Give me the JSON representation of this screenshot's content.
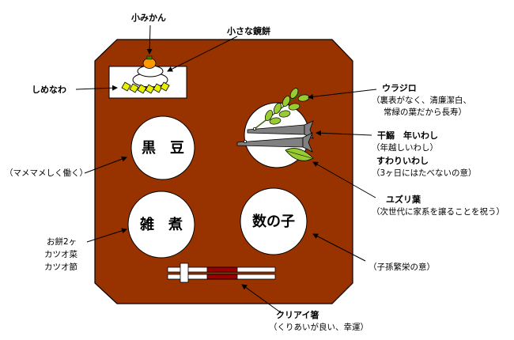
{
  "labels": {
    "mikan": "小みかん",
    "kagami": "小さな鏡餅",
    "shimenawa": "しめなわ",
    "urajiro_title": "ウラジロ",
    "urajiro_desc1": "（裏表がなく、清廉潔白、",
    "urajiro_desc2": "常緑の葉だから長寿）",
    "himono_title": "干鰯　年いわし",
    "himono_desc": "（年越しいわし）",
    "suwari_title": "すわりいわし",
    "suwari_desc": "（3ヶ日にはたべないの意）",
    "yuzuri_title": "ユズリ葉",
    "yuzuri_desc": "（次世代に家系を譲ることを祝う）",
    "kuromame_desc": "（マメマメしく働く）",
    "zouni_desc1": "お餅2ヶ",
    "zouni_desc2": "カツオ菜",
    "zouni_desc3": "カツオ節",
    "kazunoko_desc": "（子孫繁栄の意）",
    "hashi_title": "クリアイ箸",
    "hashi_desc": "（くりあいが良い、幸運）"
  },
  "dishes": {
    "kuromame": "黒　豆",
    "zouni": "雑　煮",
    "kazunoko": "数の子"
  },
  "colors": {
    "tray": "#983300",
    "mikan": "#FF9900",
    "leaf": "#99CC33",
    "fish": "#808080",
    "chopstick_band": "#990000"
  }
}
